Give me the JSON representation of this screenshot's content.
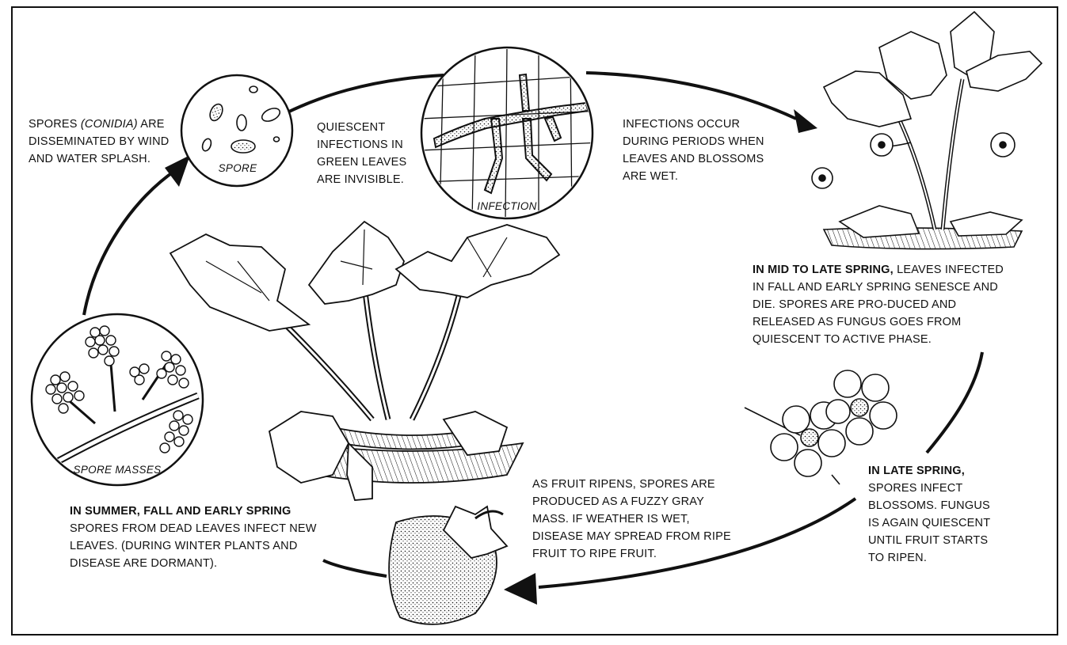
{
  "labels": {
    "spore": "SPORE",
    "infection": "INFECTION",
    "spore_masses": "SPORE MASSES"
  },
  "texts": {
    "dissemination": {
      "lead": "SPORES ",
      "italic": "(CONIDIA)",
      "rest": "ARE DISSEMINATED BY WIND AND WATER SPLASH."
    },
    "quiescent": "QUIESCENT INFECTIONS IN GREEN LEAVES ARE INVISIBLE.",
    "infections_occur": "INFECTIONS OCCUR DURING PERIODS WHEN LEAVES AND BLOSSOMS ARE WET.",
    "mid_late_spring": {
      "heading": "IN MID TO LATE SPRING,",
      "body": "LEAVES INFECTED IN FALL AND EARLY SPRING SENESCE AND DIE. SPORES ARE PRO-DUCED AND RELEASED AS FUNGUS GOES FROM QUIESCENT TO ACTIVE PHASE."
    },
    "late_spring": {
      "heading": "IN LATE SPRING,",
      "body": "SPORES INFECT BLOSSOMS. FUNGUS IS AGAIN QUIESCENT UNTIL FRUIT STARTS TO RIPEN."
    },
    "fruit_ripens": "AS FRUIT RIPENS, SPORES ARE PRODUCED AS A FUZZY GRAY MASS. IF WEATHER IS WET, DISEASE MAY SPREAD FROM RIPE FRUIT TO RIPE FRUIT.",
    "summer_fall": {
      "heading": "IN SUMMER, FALL AND EARLY SPRING",
      "body": "SPORES FROM DEAD LEAVES INFECT NEW LEAVES. (DURING WINTER PLANTS AND DISEASE ARE DORMANT)."
    }
  },
  "colors": {
    "ink": "#111111",
    "paper": "#ffffff"
  }
}
